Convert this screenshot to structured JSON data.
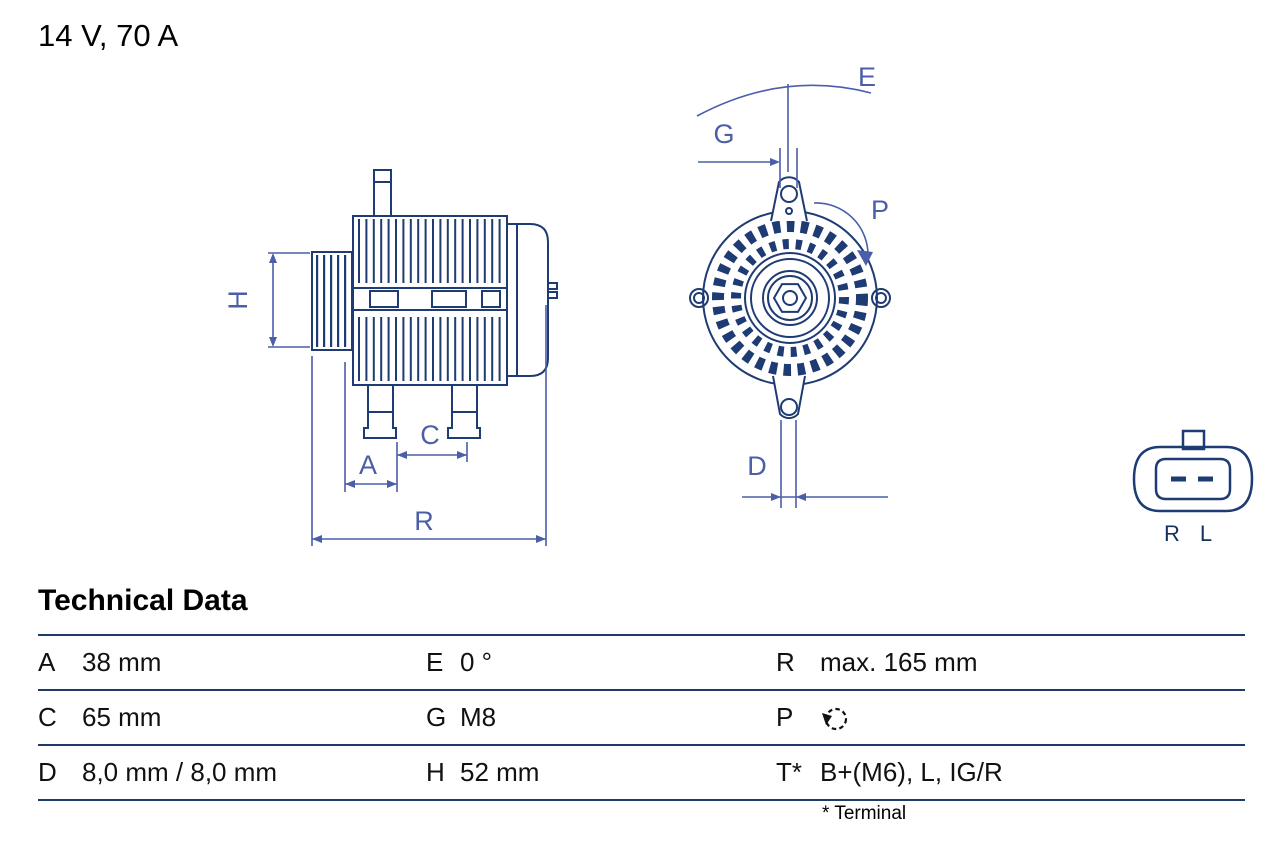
{
  "header": {
    "title": "14 V, 70 A"
  },
  "diagram": {
    "side_labels": {
      "h": "H",
      "a": "A",
      "c": "C",
      "r": "R"
    },
    "front_labels": {
      "e": "E",
      "g": "G",
      "p": "P",
      "d": "D"
    },
    "connector_labels": {
      "r": "R",
      "l": "L"
    },
    "colors": {
      "drawing_line": "#1f3b73",
      "dimension_line": "#4b5ea8",
      "table_line": "#1e3a68",
      "text": "#111111"
    }
  },
  "technical_data": {
    "heading": "Technical Data",
    "rows": [
      {
        "c1k": "A",
        "c1v": "38 mm",
        "c2k": "E",
        "c2v": "0 °",
        "c3k": "R",
        "c3v": "max. 165 mm"
      },
      {
        "c1k": "C",
        "c1v": "65 mm",
        "c2k": "G",
        "c2v": "M8",
        "c3k": "P",
        "c3_icon": "rotation-direction-icon"
      },
      {
        "c1k": "D",
        "c1v": "8,0 mm / 8,0 mm",
        "c2k": "H",
        "c2v": "52 mm",
        "c3k": "T*",
        "c3v": "B+(M6), L, IG/R"
      }
    ],
    "footnote": "* Terminal"
  }
}
